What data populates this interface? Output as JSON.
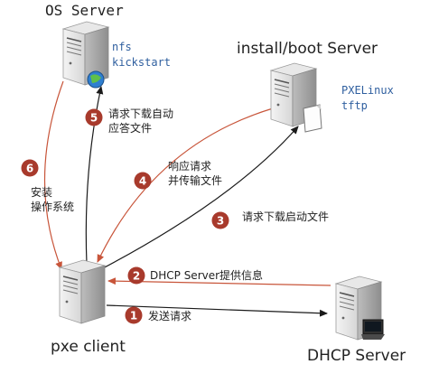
{
  "servers": {
    "os_server": {
      "title": "OS Server",
      "services": [
        "nfs",
        "kickstart"
      ]
    },
    "install_server": {
      "title": "install/boot Server",
      "services": [
        "PXELinux",
        "tftp"
      ]
    },
    "pxe_client": {
      "title": "pxe client"
    },
    "dhcp_server": {
      "title": "DHCP Server"
    }
  },
  "steps": [
    {
      "num": "1",
      "label": "发送请求"
    },
    {
      "num": "2",
      "label": "DHCP Server提供信息"
    },
    {
      "num": "3",
      "label": "请求下载启动文件"
    },
    {
      "num": "4",
      "label_line1": "响应请求",
      "label_line2": "并传输文件"
    },
    {
      "num": "5",
      "label_line1": "请求下载自动",
      "label_line2": "应答文件"
    },
    {
      "num": "6",
      "label_line1": "安装",
      "label_line2": "操作系统"
    }
  ],
  "colors": {
    "arrow_black": "#1a1a1a",
    "arrow_red": "#c8553a",
    "badge": "#a83a2c"
  }
}
